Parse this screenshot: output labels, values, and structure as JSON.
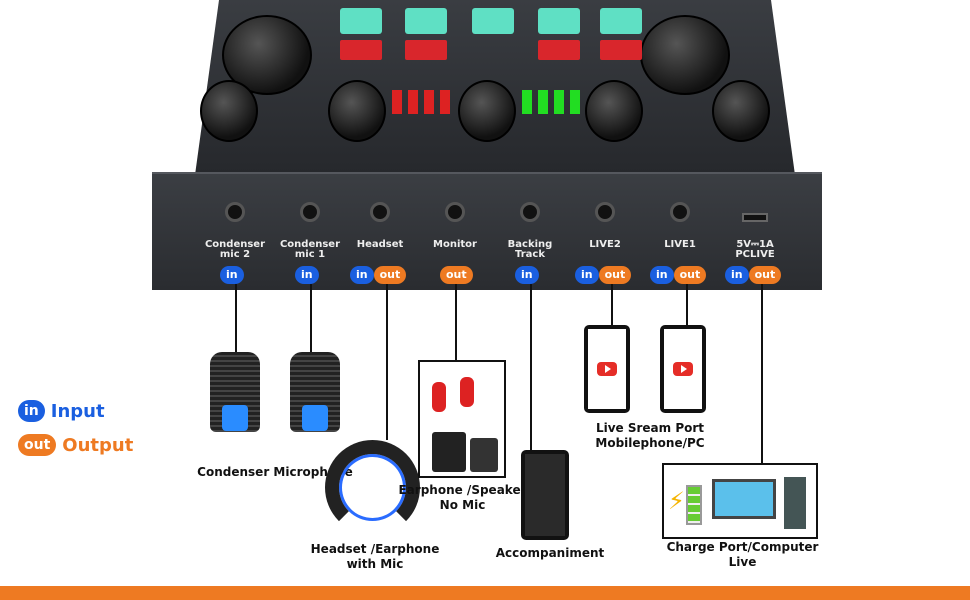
{
  "ports": [
    {
      "label": "Condenser\nmic 2",
      "l1": "Condenser",
      "l2": "mic 2",
      "badges": [
        "in"
      ]
    },
    {
      "l1": "Condenser",
      "l2": "mic 1",
      "badges": [
        "in"
      ]
    },
    {
      "l1": "Headset",
      "l2": "",
      "badges": [
        "in",
        "out"
      ]
    },
    {
      "l1": "Monitor",
      "l2": "",
      "badges": [
        "out"
      ]
    },
    {
      "l1": "Backing",
      "l2": "Track",
      "badges": [
        "in"
      ]
    },
    {
      "l1": "LIVE2",
      "l2": "",
      "badges": [
        "in",
        "out"
      ]
    },
    {
      "l1": "LIVE1",
      "l2": "",
      "badges": [
        "in",
        "out"
      ]
    },
    {
      "l1": "5V⎓1A",
      "l2": "PCLIVE",
      "badges": [
        "in",
        "out"
      ]
    }
  ],
  "badge_text": {
    "in": "in",
    "out": "out"
  },
  "legend": {
    "input_badge": "in",
    "input_label": "Input",
    "output_badge": "out",
    "output_label": "Output"
  },
  "devices": {
    "mic": {
      "label": "Condenser Microphone"
    },
    "headset": {
      "l1": "Headset /Earphone",
      "l2": "with Mic"
    },
    "earphone": {
      "l1": "Earphone /Speaker",
      "l2": "No Mic"
    },
    "accompaniment": {
      "label": "Accompaniment"
    },
    "live": {
      "l1": "Live Sream Port",
      "l2": "Mobilephone/PC"
    },
    "computer": {
      "l1": "Charge Port/Computer",
      "l2": "Live"
    }
  },
  "colors": {
    "input": "#1a5fe0",
    "output": "#ee7a22",
    "bottom_bar": "#ee7a22",
    "legend_input": "#1a5fe0",
    "legend_output": "#ee7a22"
  }
}
